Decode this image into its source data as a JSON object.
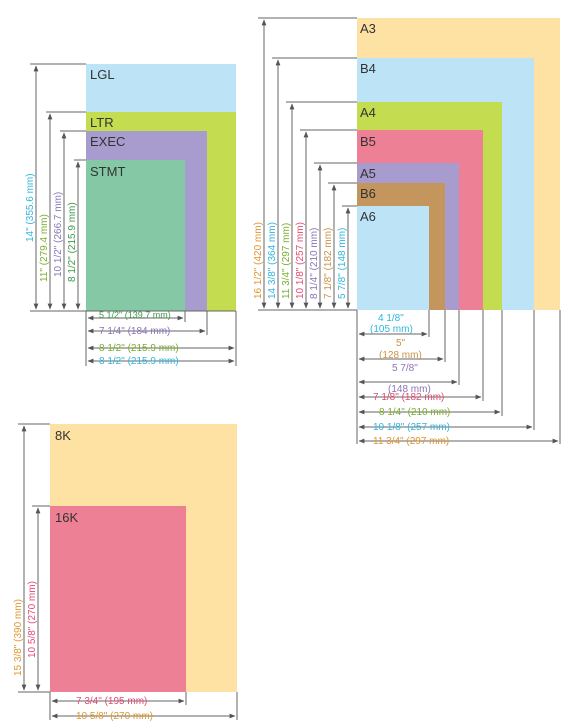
{
  "colors": {
    "LGL": "#bde3f6",
    "LTR": "#c3dc50",
    "EXEC": "#a89bcd",
    "STMT": "#84c8a6",
    "A3": "#fde2a3",
    "B4": "#bde3f6",
    "A4": "#c3dc50",
    "B5": "#ee8095",
    "A5": "#a89bcd",
    "B6": "#c4955c",
    "A6": "#bde3f6",
    "8K": "#fde2a3",
    "16K": "#ee8095",
    "cyan_text": "#2fb6df",
    "green_text": "#7aae2b",
    "purple_text": "#8b74b6",
    "dkgreen_text": "#3f9a48",
    "orange_text": "#e0962c",
    "pink_text": "#e64a73",
    "brown_text": "#c79445"
  },
  "group1": {
    "labels": {
      "lgl": "LGL",
      "ltr": "LTR",
      "exec": "EXEC",
      "stmt": "STMT"
    },
    "heights": {
      "lgl": "14\" (355.6 mm)",
      "ltr": "11\" (279.4 mm)",
      "exec": "10 1/2\" (266.7 mm)",
      "stmt": "8 1/2\" (215.9 mm)"
    },
    "widths": {
      "stmt": "5 1/2\" (139.7 mm)",
      "exec": "7 1/4\" (184 mm)",
      "ltr": "8 1/2\" (215.9 mm)",
      "lgl": "8 1/2\" (215.9 mm)"
    }
  },
  "group2": {
    "labels": {
      "a3": "A3",
      "b4": "B4",
      "a4": "A4",
      "b5": "B5",
      "a5": "A5",
      "b6": "B6",
      "a6": "A6"
    },
    "heights": {
      "a3": "16 1/2\" (420 mm)",
      "b4": "14 3/8\" (364 mm)",
      "a4": "11 3/4\" (297 mm)",
      "b5": "10 1/8\" (257 mm)",
      "a5": "8 1/4\" (210 mm)",
      "b6": "7 1/8\" (182 mm)",
      "a6": "5 7/8\" (148 mm)"
    },
    "widths": {
      "a6_in": "4 1/8\"",
      "a6_mm": "(105 mm)",
      "b6_in": "5\"",
      "b6_mm": "(128 mm)",
      "a5_in": "5 7/8\"",
      "a5_mm": "(148 mm)",
      "b5": "7 1/8\" (182 mm)",
      "a4": "8 1/4\" (210 mm)",
      "b4": "10 1/8\" (257 mm)",
      "a3": "11 3/4\" (297 mm)"
    }
  },
  "group3": {
    "labels": {
      "k8": "8K",
      "k16": "16K"
    },
    "heights": {
      "k8": "15 3/8\" (390 mm)",
      "k16": "10 5/8\" (270 mm)"
    },
    "widths": {
      "k16": "7 3/4\" (195 mm)",
      "k8": "10 5/8\" (270 mm)"
    }
  }
}
